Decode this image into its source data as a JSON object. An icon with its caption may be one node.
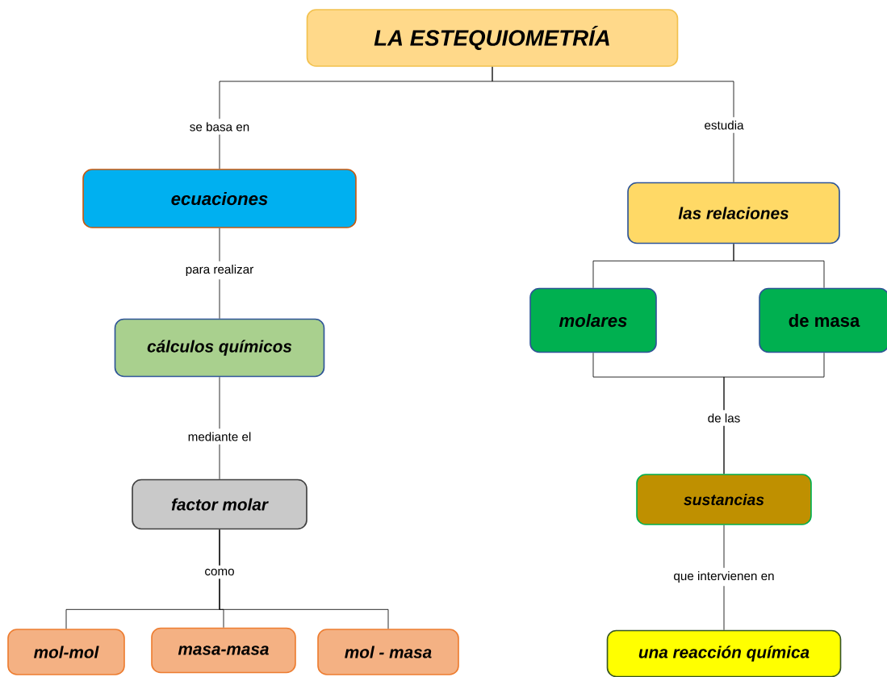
{
  "diagram": {
    "nodes": [
      {
        "text": [
          "LA ESTEQUIOMETRÍA"
        ]
      },
      {
        "text": [
          "ecuaciones"
        ]
      },
      {
        "text": [
          "cálculos químicos"
        ]
      },
      {
        "text": [
          "factor molar"
        ]
      },
      {
        "text": [
          "mol-mol"
        ]
      },
      {
        "text": [
          "masa-masa"
        ]
      },
      {
        "text": [
          "mol - masa"
        ]
      },
      {
        "text": [
          "las relaciones"
        ]
      },
      {
        "text": [
          "molares"
        ]
      },
      {
        "text": [
          "de masa"
        ]
      },
      {
        "text": [
          "sustancias"
        ]
      },
      {
        "text": [
          "una reacción química"
        ]
      }
    ],
    "edges": [
      {
        "from": 0,
        "to": 1,
        "arrow": "none",
        "label": "se basa en"
      },
      {
        "from": 0,
        "to": 7,
        "arrow": "none",
        "label": "estudia"
      },
      {
        "from": 1,
        "to": 2,
        "arrow": "none",
        "label": "para realizar"
      },
      {
        "from": 2,
        "to": 3,
        "arrow": "none",
        "label": "mediante el"
      },
      {
        "from": 3,
        "to": 4,
        "arrow": "none"
      },
      {
        "from": 3,
        "to": 5,
        "arrow": "none",
        "label": "como"
      },
      {
        "from": 3,
        "to": 6,
        "arrow": "none"
      },
      {
        "from": 7,
        "to": 8,
        "arrow": "none"
      },
      {
        "from": 7,
        "to": 9,
        "arrow": "none"
      },
      {
        "from": 8,
        "to": 10,
        "arrow": "none",
        "label": "de las"
      },
      {
        "from": 9,
        "to": 10,
        "arrow": "none"
      },
      {
        "from": 10,
        "to": 11,
        "arrow": "none",
        "label": "que intervienen en"
      }
    ]
  }
}
